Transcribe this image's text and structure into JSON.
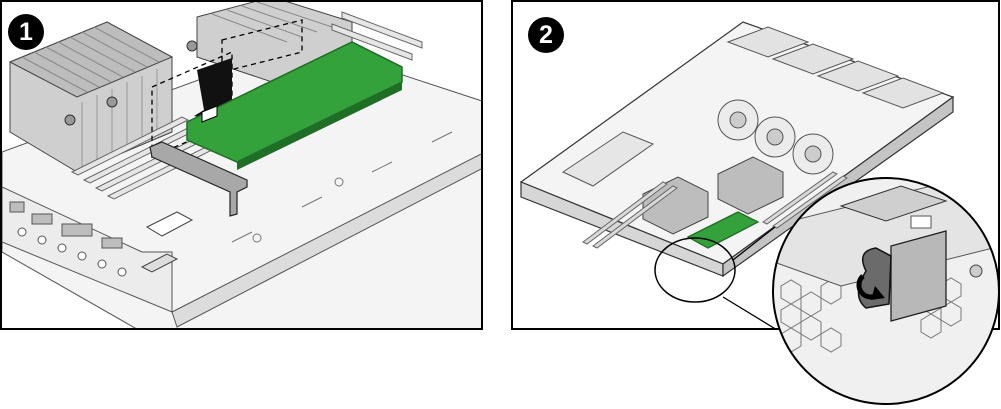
{
  "steps": [
    {
      "number": "1"
    },
    {
      "number": "2"
    }
  ],
  "colors": {
    "card_green": "#33a23a",
    "card_green_dark": "#1f6e25",
    "line": "#000000",
    "outline_gray": "#555555",
    "light_gray": "#d9d9d9",
    "mid_gray": "#a8a8a8",
    "dark_gray": "#6b6b6b"
  },
  "icons": {
    "step_badge": "filled-circle-number",
    "insertion_arrow": "down-arrow-icon",
    "latch": "retaining-latch-icon"
  }
}
